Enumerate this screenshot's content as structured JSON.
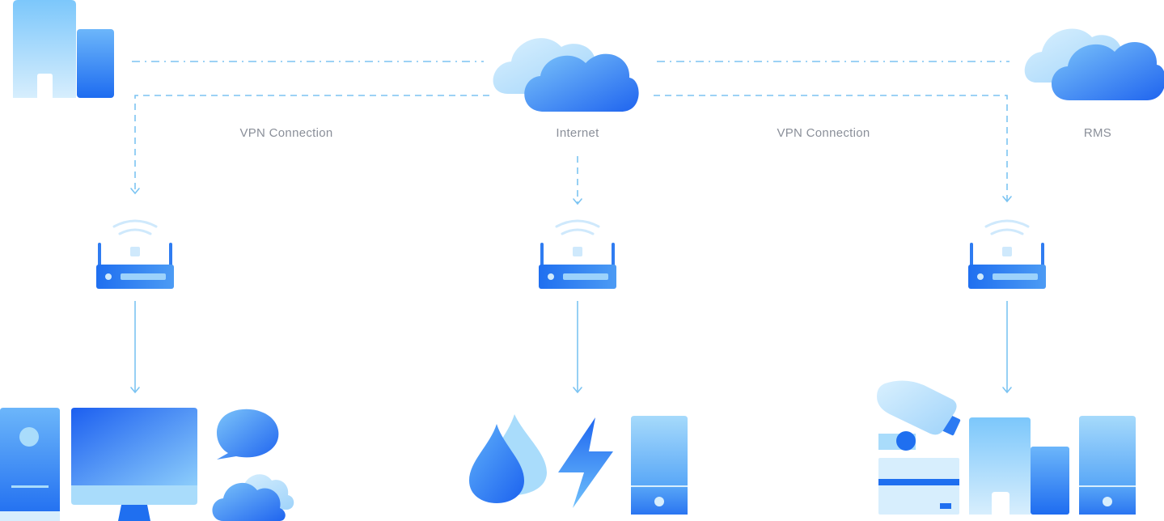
{
  "labels": {
    "vpn_left": "VPN Connection",
    "internet": "Internet",
    "vpn_right": "VPN Connection",
    "rms": "RMS"
  },
  "icons": {
    "headquarters": "office-buildings-icon",
    "internet_cloud": "cloud-icon",
    "rms_cloud": "cloud-icon",
    "router": "wifi-router-icon",
    "pc_tower": "computer-tower-icon",
    "monitor": "monitor-icon",
    "chat": "chat-bubble-icon",
    "small_cloud": "cloud-icon",
    "water": "water-drop-icon",
    "power": "lightning-bolt-icon",
    "server": "server-cabinet-icon",
    "camera": "security-camera-icon",
    "card": "card-reader-icon",
    "branch_building": "building-icon"
  },
  "colors": {
    "line": "#7cc4f2",
    "blue_dark": "#1f6ff0",
    "blue_light": "#a9dcfb",
    "label": "#8a8f99"
  }
}
